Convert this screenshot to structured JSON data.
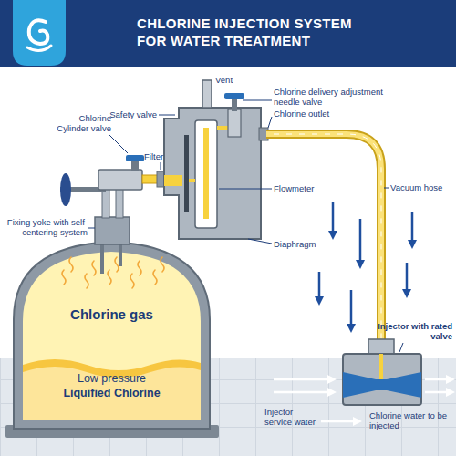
{
  "diagram": {
    "title": "CHLORINE INJECTION SYSTEM FOR WATER TREATMENT",
    "nodes": [
      {
        "text": [
          "Chlorine gas",
          "Low pressure",
          "Liquified Chlorine"
        ]
      }
    ],
    "labels": [
      "Vent",
      "Chlorine delivery adjustment needle valve",
      "Safety valve",
      "Chlorine outlet",
      "Chlorine Cylinder valve",
      "Filter",
      "Vacuum hose",
      "Flowmeter",
      "Fixing yoke with self-centering system",
      "Diaphragm",
      "Injector with rated valve",
      "Injector service water",
      "Chlorine water to be injected"
    ]
  }
}
